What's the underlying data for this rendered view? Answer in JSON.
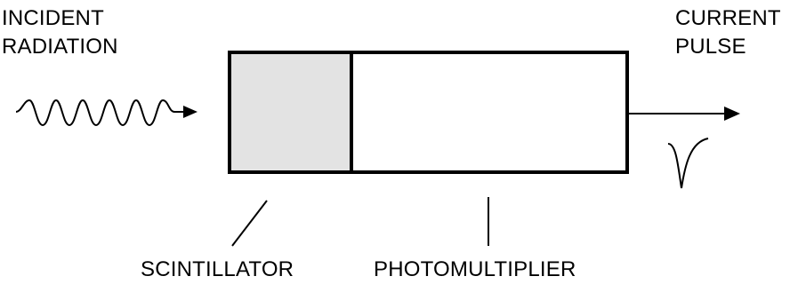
{
  "labels": {
    "incident_line1": "INCIDENT",
    "incident_line2": "RADIATION",
    "current_line1": "CURRENT",
    "current_line2": "PULSE",
    "scintillator": "SCINTILLATOR",
    "photomultiplier": "PHOTOMULTIPLIER"
  },
  "colors": {
    "scintillator_fill": "#e3e3e3",
    "photomultiplier_fill": "#ffffff",
    "stroke": "#000000"
  },
  "icons": {
    "incident_wave": "sine-wave-arrow-icon",
    "output_arrow": "arrow-right-icon",
    "current_pulse": "negative-pulse-icon"
  }
}
